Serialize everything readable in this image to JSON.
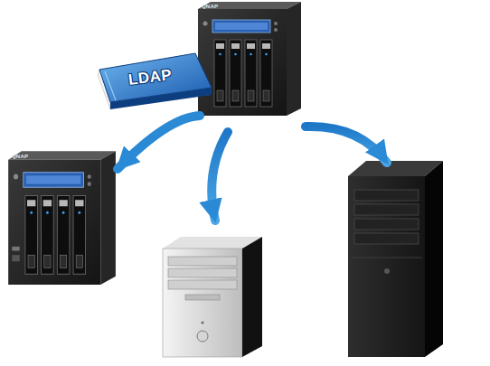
{
  "diagram": {
    "nodes": [
      {
        "text": [
          "QNAP"
        ]
      },
      {
        "text": [
          "LDAP"
        ]
      },
      {
        "text": [
          "QNAP"
        ]
      }
    ],
    "edges": [
      {
        "from": 0,
        "to": 2,
        "arrow": "to"
      }
    ]
  }
}
